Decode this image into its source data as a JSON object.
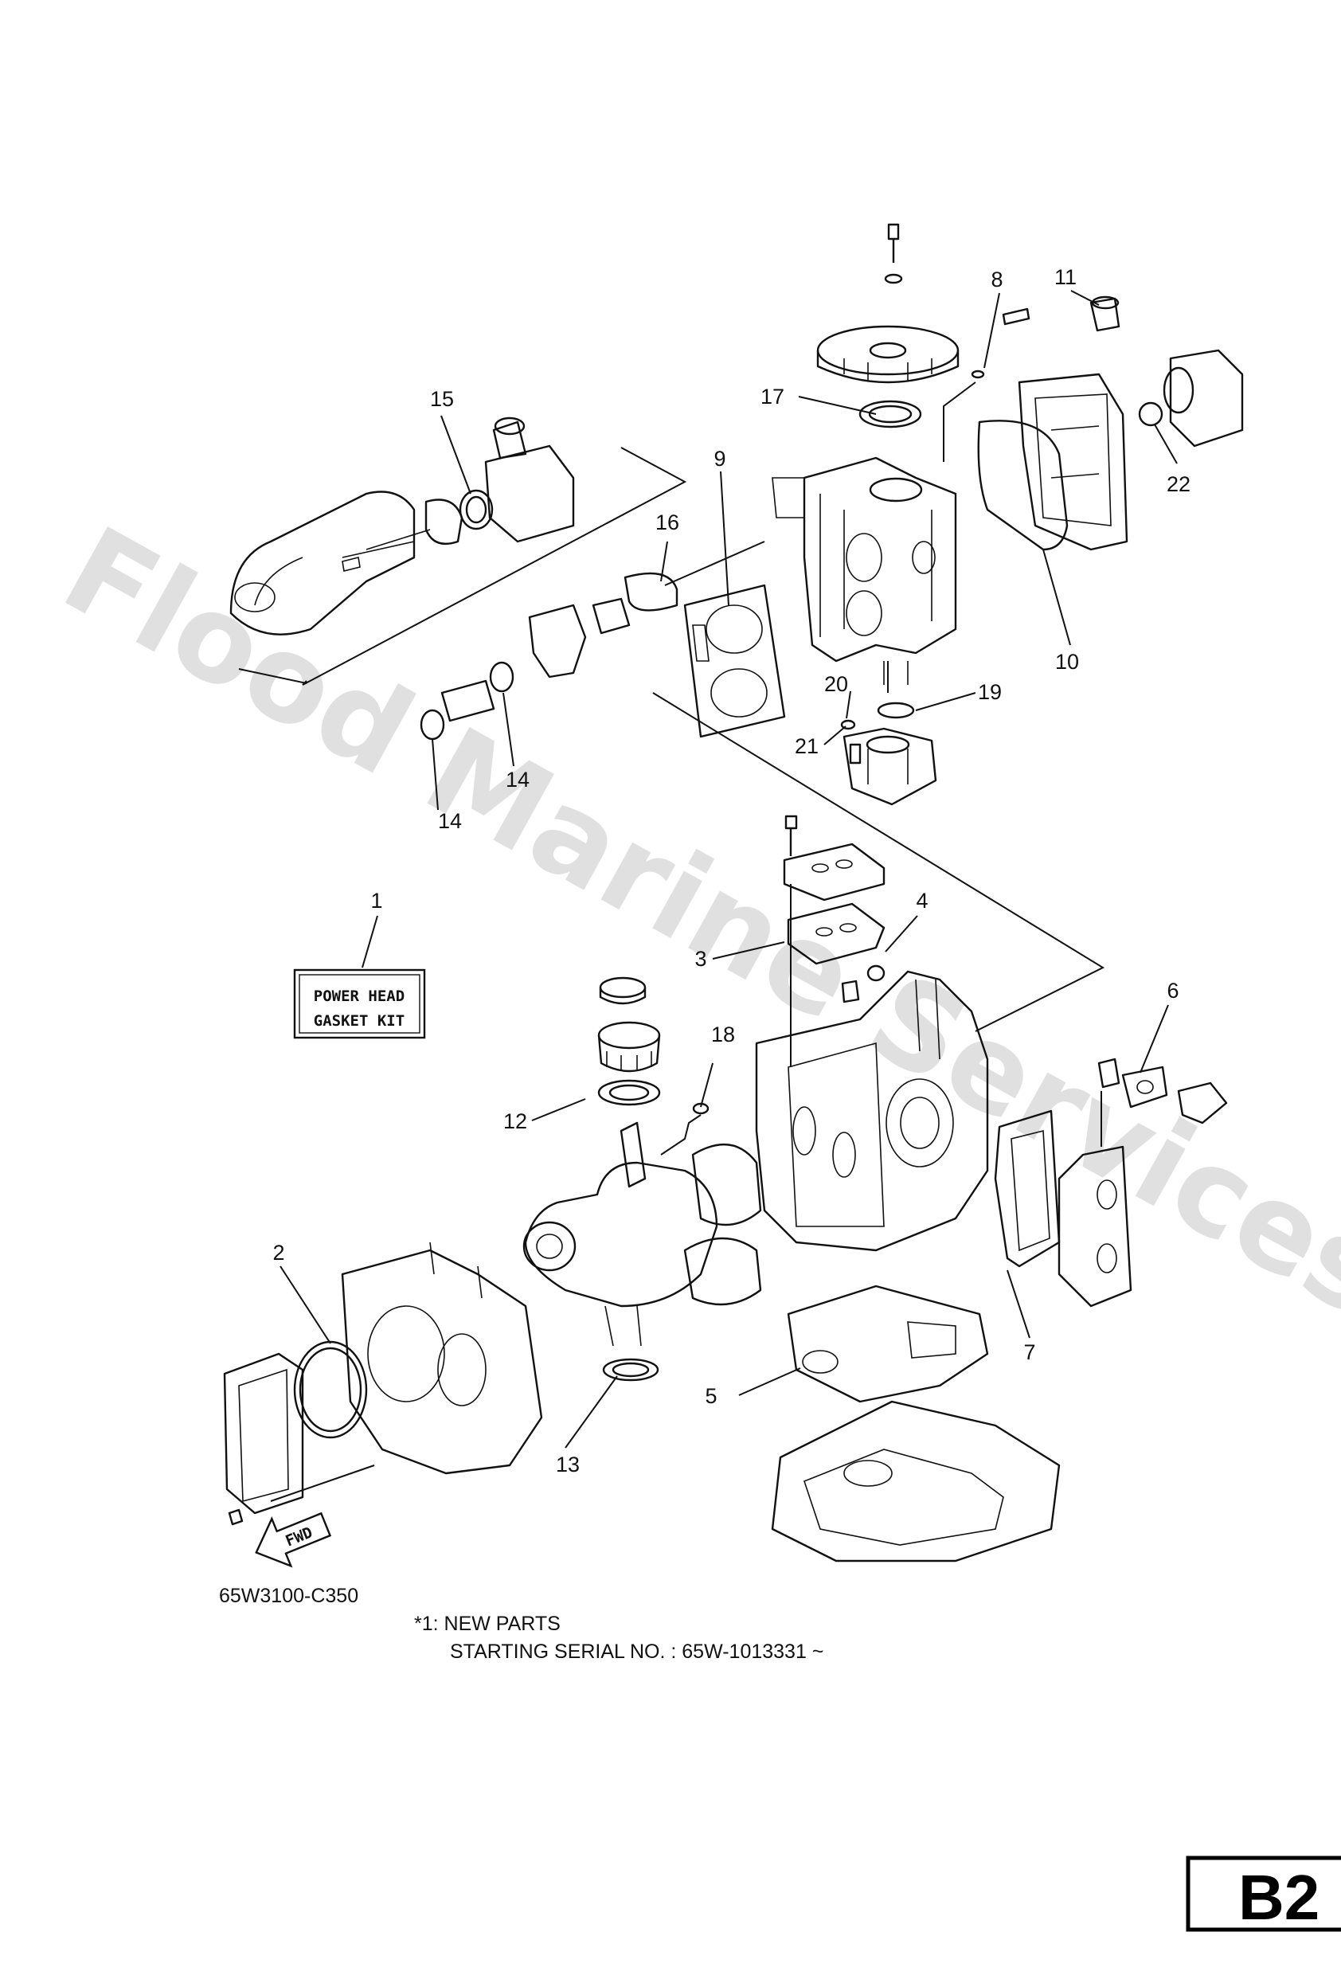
{
  "diagram_code": "65W3100-C350",
  "note_line1": "*1: NEW PARTS",
  "note_line2": "STARTING SERIAL NO. : 65W-1013331 ~",
  "section_code": "B2",
  "watermark": "Flood Marine Services",
  "kit_label": {
    "line1": "POWER HEAD",
    "line2": "GASKET KIT"
  },
  "fwd_label": "FWD",
  "callouts": {
    "c1": "1",
    "c2": "2",
    "c3": "3",
    "c4": "4",
    "c5": "5",
    "c6": "6",
    "c7": "7",
    "c8": "8",
    "c9": "9",
    "c10": "10",
    "c11": "11",
    "c12": "12",
    "c13": "13",
    "c14a": "14",
    "c14b": "14",
    "c15": "15",
    "c16": "16",
    "c17": "17",
    "c18": "18",
    "c19": "19",
    "c20": "20",
    "c21": "21",
    "c22": "22"
  }
}
